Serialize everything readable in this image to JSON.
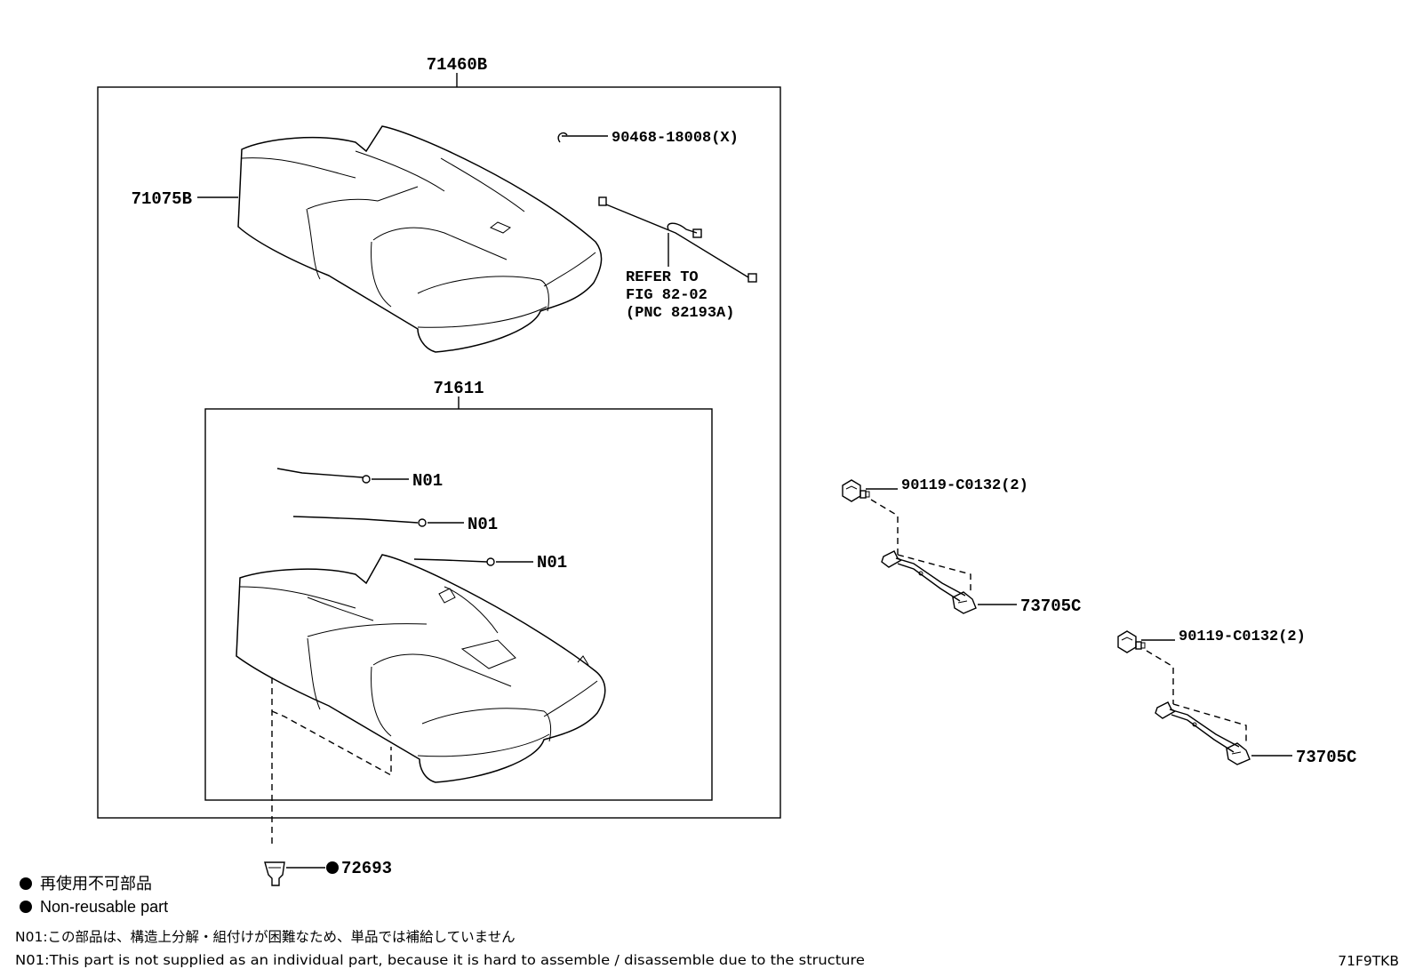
{
  "diagram": {
    "parts": {
      "seat_assy": "71460B",
      "seat_cover": "71075B",
      "hog_ring": "90468-18008(X)",
      "refer_line1": "REFER TO",
      "refer_line2": "FIG 82-02",
      "refer_line3": "(PNC 82193A)",
      "cushion_pad": "71611",
      "n01_a": "N01",
      "n01_b": "N01",
      "n01_c": "N01",
      "clip": "72693",
      "bolt_1": "90119-C0132(2)",
      "hook_1": "73705C",
      "bolt_2": "90119-C0132(2)",
      "hook_2": "73705C"
    },
    "legend": {
      "jp": "再使用不可部品",
      "en": "Non-reusable part"
    },
    "notes": {
      "jp": "N01:この部品は、構造上分解・組付けが困難なため、単品では補給していません",
      "en": "N01:This part is not supplied as an individual part, because it is hard to assemble / disassemble due to the structure"
    },
    "figure_code": "71F9TKB"
  }
}
